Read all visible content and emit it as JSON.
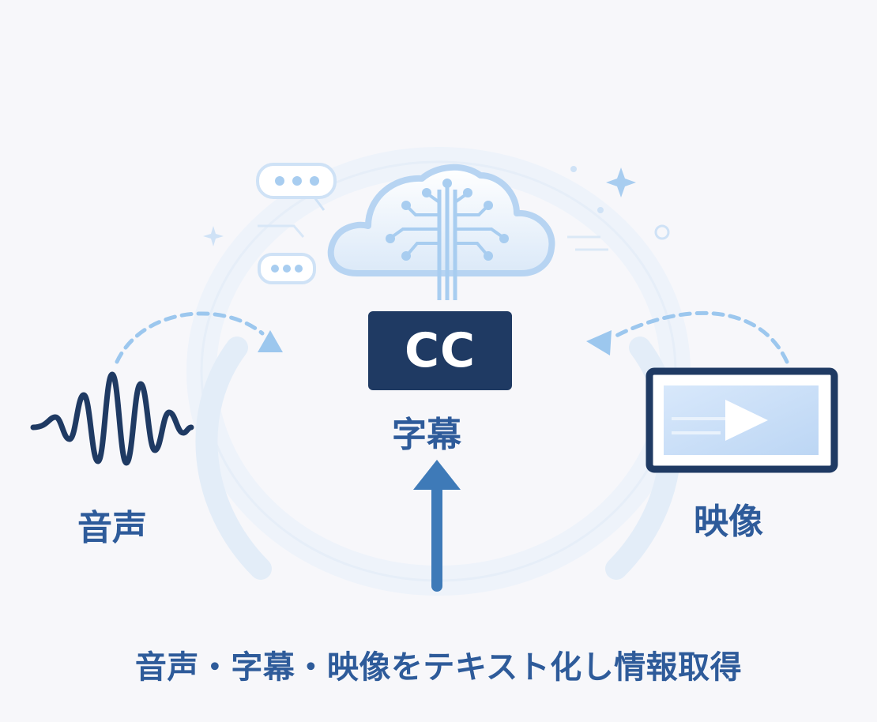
{
  "labels": {
    "cc": "CC",
    "subtitles": "字幕",
    "audio": "音声",
    "video": "映像",
    "caption": "音声・字幕・映像をテキスト化し情報取得"
  },
  "colors": {
    "navy": "#1f3a63",
    "label_blue": "#2e5b9a",
    "arrow_blue": "#3e7ab8",
    "light_blue": "#a8cdf0",
    "dashed_blue": "#9cc7ee",
    "background": "#f7f7fa"
  },
  "icons": {
    "ai_cloud": "cloud-circuit-icon",
    "chat_bubbles": "chat-bubble-icon",
    "sound_wave": "sound-wave-icon",
    "video_player": "video-player-icon",
    "sparkle": "sparkle-icon"
  }
}
